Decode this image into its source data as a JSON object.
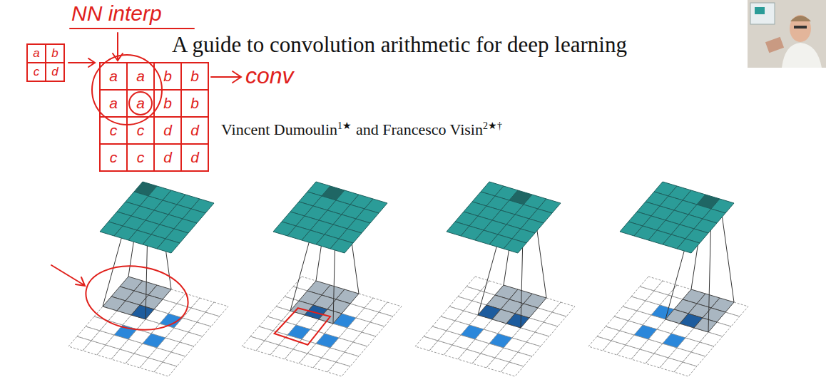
{
  "diagram": {
    "title": "A guide to convolution arithmetic for deep learning",
    "labels": [
      "NN interp",
      "a",
      "b",
      "c",
      "d",
      "a",
      "a",
      "b",
      "b",
      "a",
      "a",
      "b",
      "b",
      "c",
      "c",
      "d",
      "d",
      "c",
      "c",
      "d",
      "d",
      "conv",
      "Vincent Dumoulin",
      "1★",
      "and Francesco Visin",
      "2★†"
    ]
  }
}
